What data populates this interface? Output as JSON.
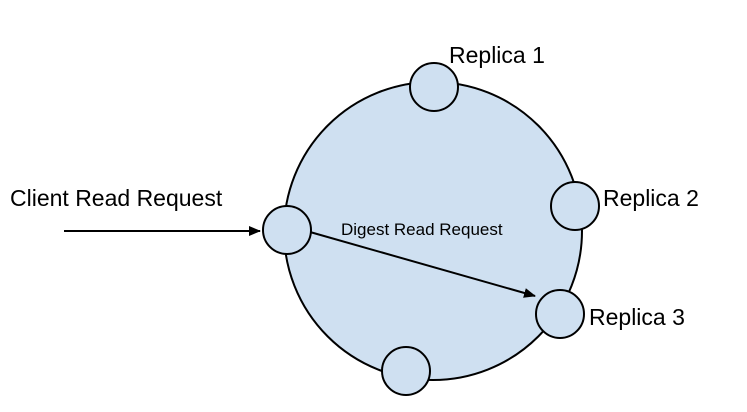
{
  "labels": {
    "client_request": "Client Read Request",
    "digest_request": "Digest Read Request",
    "replica_1": "Replica 1",
    "replica_2": "Replica 2",
    "replica_3": "Replica 3"
  },
  "colors": {
    "ring_fill": "#cfe0f1",
    "node_fill": "#cfe0f1",
    "stroke": "#000000",
    "background": "#ffffff"
  }
}
